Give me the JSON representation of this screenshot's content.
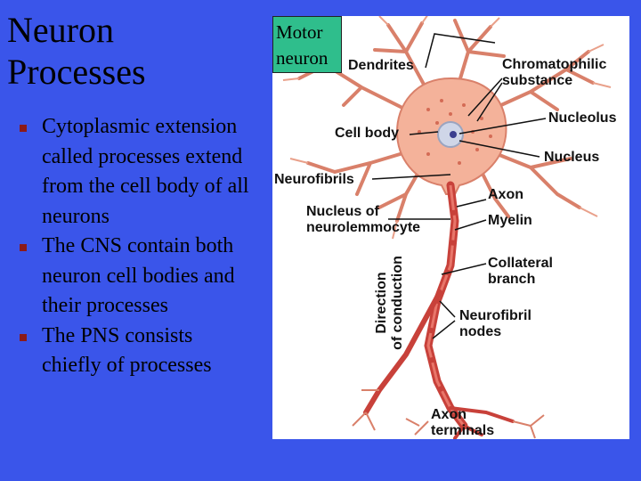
{
  "slide": {
    "title_line1": "Neuron",
    "title_line2": "Processes",
    "bullets": [
      "Cytoplasmic extension called processes extend from the cell body of all neurons",
      "The CNS contain both neuron cell bodies and their processes",
      "The PNS consists chiefly of processes"
    ]
  },
  "figure": {
    "badge_line1": "Motor",
    "badge_line2": "neuron",
    "labels": {
      "dendrites": "Dendrites",
      "chromatophilic_1": "Chromatophilic",
      "chromatophilic_2": "substance",
      "nucleolus": "Nucleolus",
      "cell_body": "Cell body",
      "nucleus": "Nucleus",
      "neurofibrils": "Neurofibrils",
      "axon": "Axon",
      "nucleus_neuro_1": "Nucleus of",
      "nucleus_neuro_2": "neurolemmocyte",
      "myelin": "Myelin",
      "collateral_1": "Collateral",
      "collateral_2": "branch",
      "direction_1": "Direction",
      "direction_2": "of conduction",
      "nodes_1": "Neurofibril",
      "nodes_2": "nodes",
      "terminals_1": "Axon",
      "terminals_2": "terminals"
    },
    "colors": {
      "slide_background": "#3a55ea",
      "badge": "#2fbe8c",
      "cell": "#f4b29a",
      "myelin": "#c8413a",
      "bullet": "#8b1a1a"
    }
  }
}
